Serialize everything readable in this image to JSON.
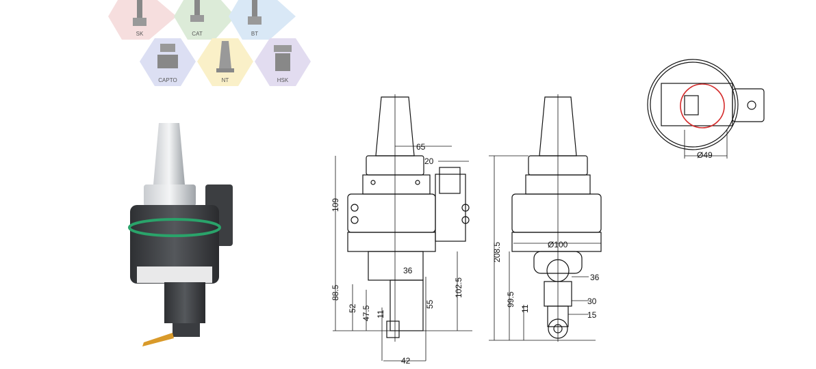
{
  "interfaces": {
    "sk": "SK",
    "cat": "CAT",
    "bt": "BT",
    "capto": "CAPTO",
    "nt": "NT",
    "hsk": "HSK",
    "colors": {
      "sk": "#f6dede",
      "cat": "#dcebd8",
      "bt": "#d9e8f6",
      "capto": "#dcdff3",
      "nt": "#faf0c8",
      "hsk": "#e2dcf0"
    }
  },
  "side_view": {
    "d65": "65",
    "d20": "20",
    "d109": "109",
    "d102_5": "102.5",
    "d36": "36",
    "d88_5": "88.5",
    "d52": "52",
    "d47_5": "47.5",
    "d11": "11",
    "d55": "55",
    "d42": "42"
  },
  "front_view": {
    "d208_5": "208.5",
    "d100": "Ø100",
    "d36": "36",
    "d99_5": "99.5",
    "d30": "30",
    "d11": "11",
    "d15": "15"
  },
  "detail_view": {
    "d49": "Ø49",
    "accent": "#d42a2a"
  }
}
